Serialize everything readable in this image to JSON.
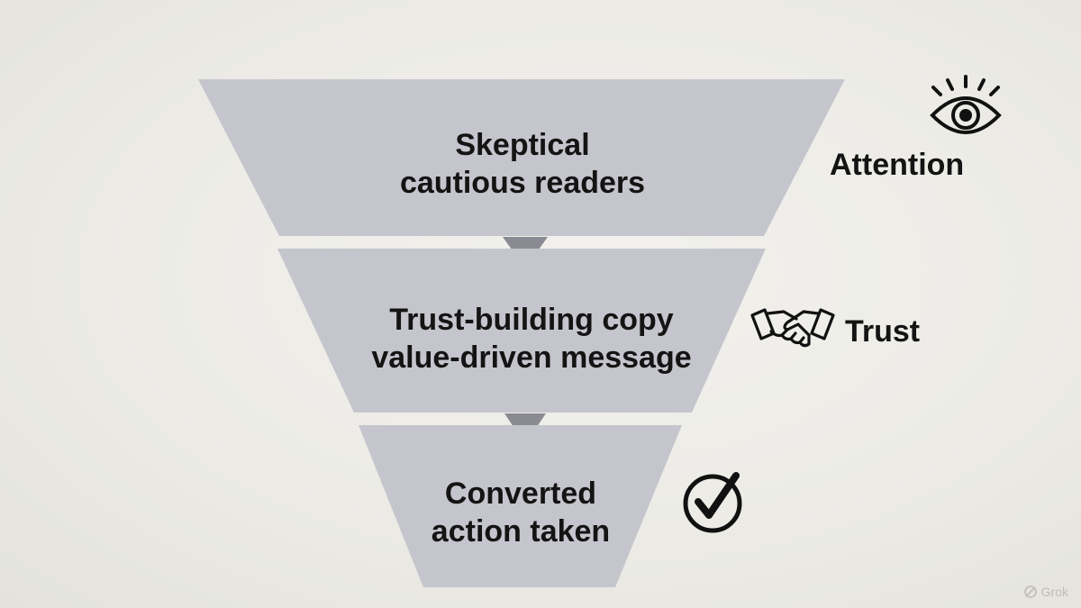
{
  "stages": [
    {
      "lines": [
        "Skeptical",
        "cautious readers"
      ],
      "label": "Attention",
      "icon": "eye-icon"
    },
    {
      "lines": [
        "Trust-building copy",
        "value-driven message"
      ],
      "label": "Trust",
      "icon": "handshake-icon"
    },
    {
      "lines": [
        "Converted",
        "action taken"
      ],
      "label": "",
      "icon": "check-circle-icon"
    }
  ],
  "colors": {
    "funnel_fill": "#c5c5cd",
    "connector_fill": "#8a8a92",
    "text": "#141414",
    "background": "#ecebe6"
  },
  "watermark": {
    "text": "Grok"
  }
}
